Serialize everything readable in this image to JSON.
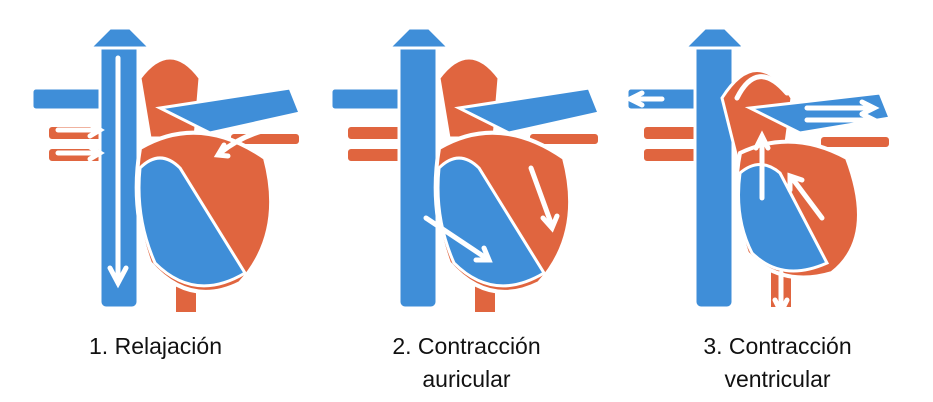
{
  "panels": [
    {
      "caption": [
        "1. Relajación"
      ],
      "arrows": "relaxation"
    },
    {
      "caption": [
        "2. Contracción",
        "auricular"
      ],
      "arrows": "atrial"
    },
    {
      "caption": [
        "3. Contracción",
        "ventricular"
      ],
      "arrows": "ventricular"
    }
  ],
  "colors": {
    "blue": "#3f8ed8",
    "blue_dark": "#1f5fb0",
    "red": "#e0653f",
    "red_dark": "#b8432a",
    "outline": "#ffffff",
    "arrow": "#ffffff"
  }
}
